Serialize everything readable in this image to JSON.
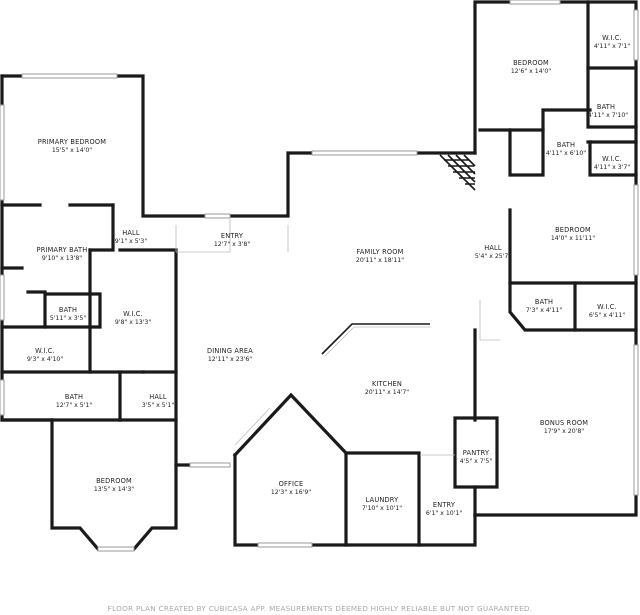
{
  "rooms": [
    {
      "id": "primary-bedroom",
      "name": "PRIMARY BEDROOM",
      "dim": "15'5\" x 14'0\""
    },
    {
      "id": "primary-bath",
      "name": "PRIMARY BATH",
      "dim": "9'10\" x 13'8\""
    },
    {
      "id": "hall-left",
      "name": "HALL",
      "dim": "9'1\" x 5'3\""
    },
    {
      "id": "entry-top",
      "name": "ENTRY",
      "dim": "12'7\" x 3'8\""
    },
    {
      "id": "bath-small",
      "name": "BATH",
      "dim": "5'11\" x 3'5\""
    },
    {
      "id": "wic-left",
      "name": "W.I.C.",
      "dim": "9'8\" x 13'3\""
    },
    {
      "id": "wic-left-lower",
      "name": "W.I.C.",
      "dim": "9'3\" x 4'10\""
    },
    {
      "id": "bath-left-lower",
      "name": "BATH",
      "dim": "12'7\" x 5'1\""
    },
    {
      "id": "hall-small",
      "name": "HALL",
      "dim": "3'5\" x 5'1\""
    },
    {
      "id": "bedroom-bay",
      "name": "BEDROOM",
      "dim": "13'5\" x 14'3\""
    },
    {
      "id": "dining-area",
      "name": "DINING AREA",
      "dim": "12'11\" x 23'6\""
    },
    {
      "id": "family-room",
      "name": "FAMILY ROOM",
      "dim": "20'11\" x 18'11\""
    },
    {
      "id": "kitchen",
      "name": "KITCHEN",
      "dim": "20'11\" x 14'7\""
    },
    {
      "id": "office",
      "name": "OFFICE",
      "dim": "12'3\" x 16'9\""
    },
    {
      "id": "laundry",
      "name": "LAUNDRY",
      "dim": "7'10\" x 10'1\""
    },
    {
      "id": "entry-bottom",
      "name": "ENTRY",
      "dim": "6'1\" x 10'1\""
    },
    {
      "id": "pantry",
      "name": "PANTRY",
      "dim": "4'5\" x 7'5\""
    },
    {
      "id": "bonus-room",
      "name": "BONUS ROOM",
      "dim": "17'9\" x 20'8\""
    },
    {
      "id": "hall-right",
      "name": "HALL",
      "dim": "5'4\" x 25'7\""
    },
    {
      "id": "bedroom-top-right",
      "name": "BEDROOM",
      "dim": "12'6\" x 14'0\""
    },
    {
      "id": "wic-top-right",
      "name": "W.I.C.",
      "dim": "4'11\" x 7'1\""
    },
    {
      "id": "bath-top-right",
      "name": "BATH",
      "dim": "4'11\" x 7'10\""
    },
    {
      "id": "bath-mid-right",
      "name": "BATH",
      "dim": "4'11\" x 6'10\""
    },
    {
      "id": "wic-mid-right",
      "name": "W.I.C.",
      "dim": "4'11\" x 3'7\""
    },
    {
      "id": "bedroom-right",
      "name": "BEDROOM",
      "dim": "14'0\" x 11'11\""
    },
    {
      "id": "bath-right-lower",
      "name": "BATH",
      "dim": "7'3\" x 4'11\""
    },
    {
      "id": "wic-right-lower",
      "name": "W.I.C.",
      "dim": "6'5\" x 4'11\""
    }
  ],
  "footer": "FLOOR PLAN CREATED BY CUBICASA APP. MEASUREMENTS DEEMED HIGHLY RELIABLE BUT NOT GUARANTEED."
}
